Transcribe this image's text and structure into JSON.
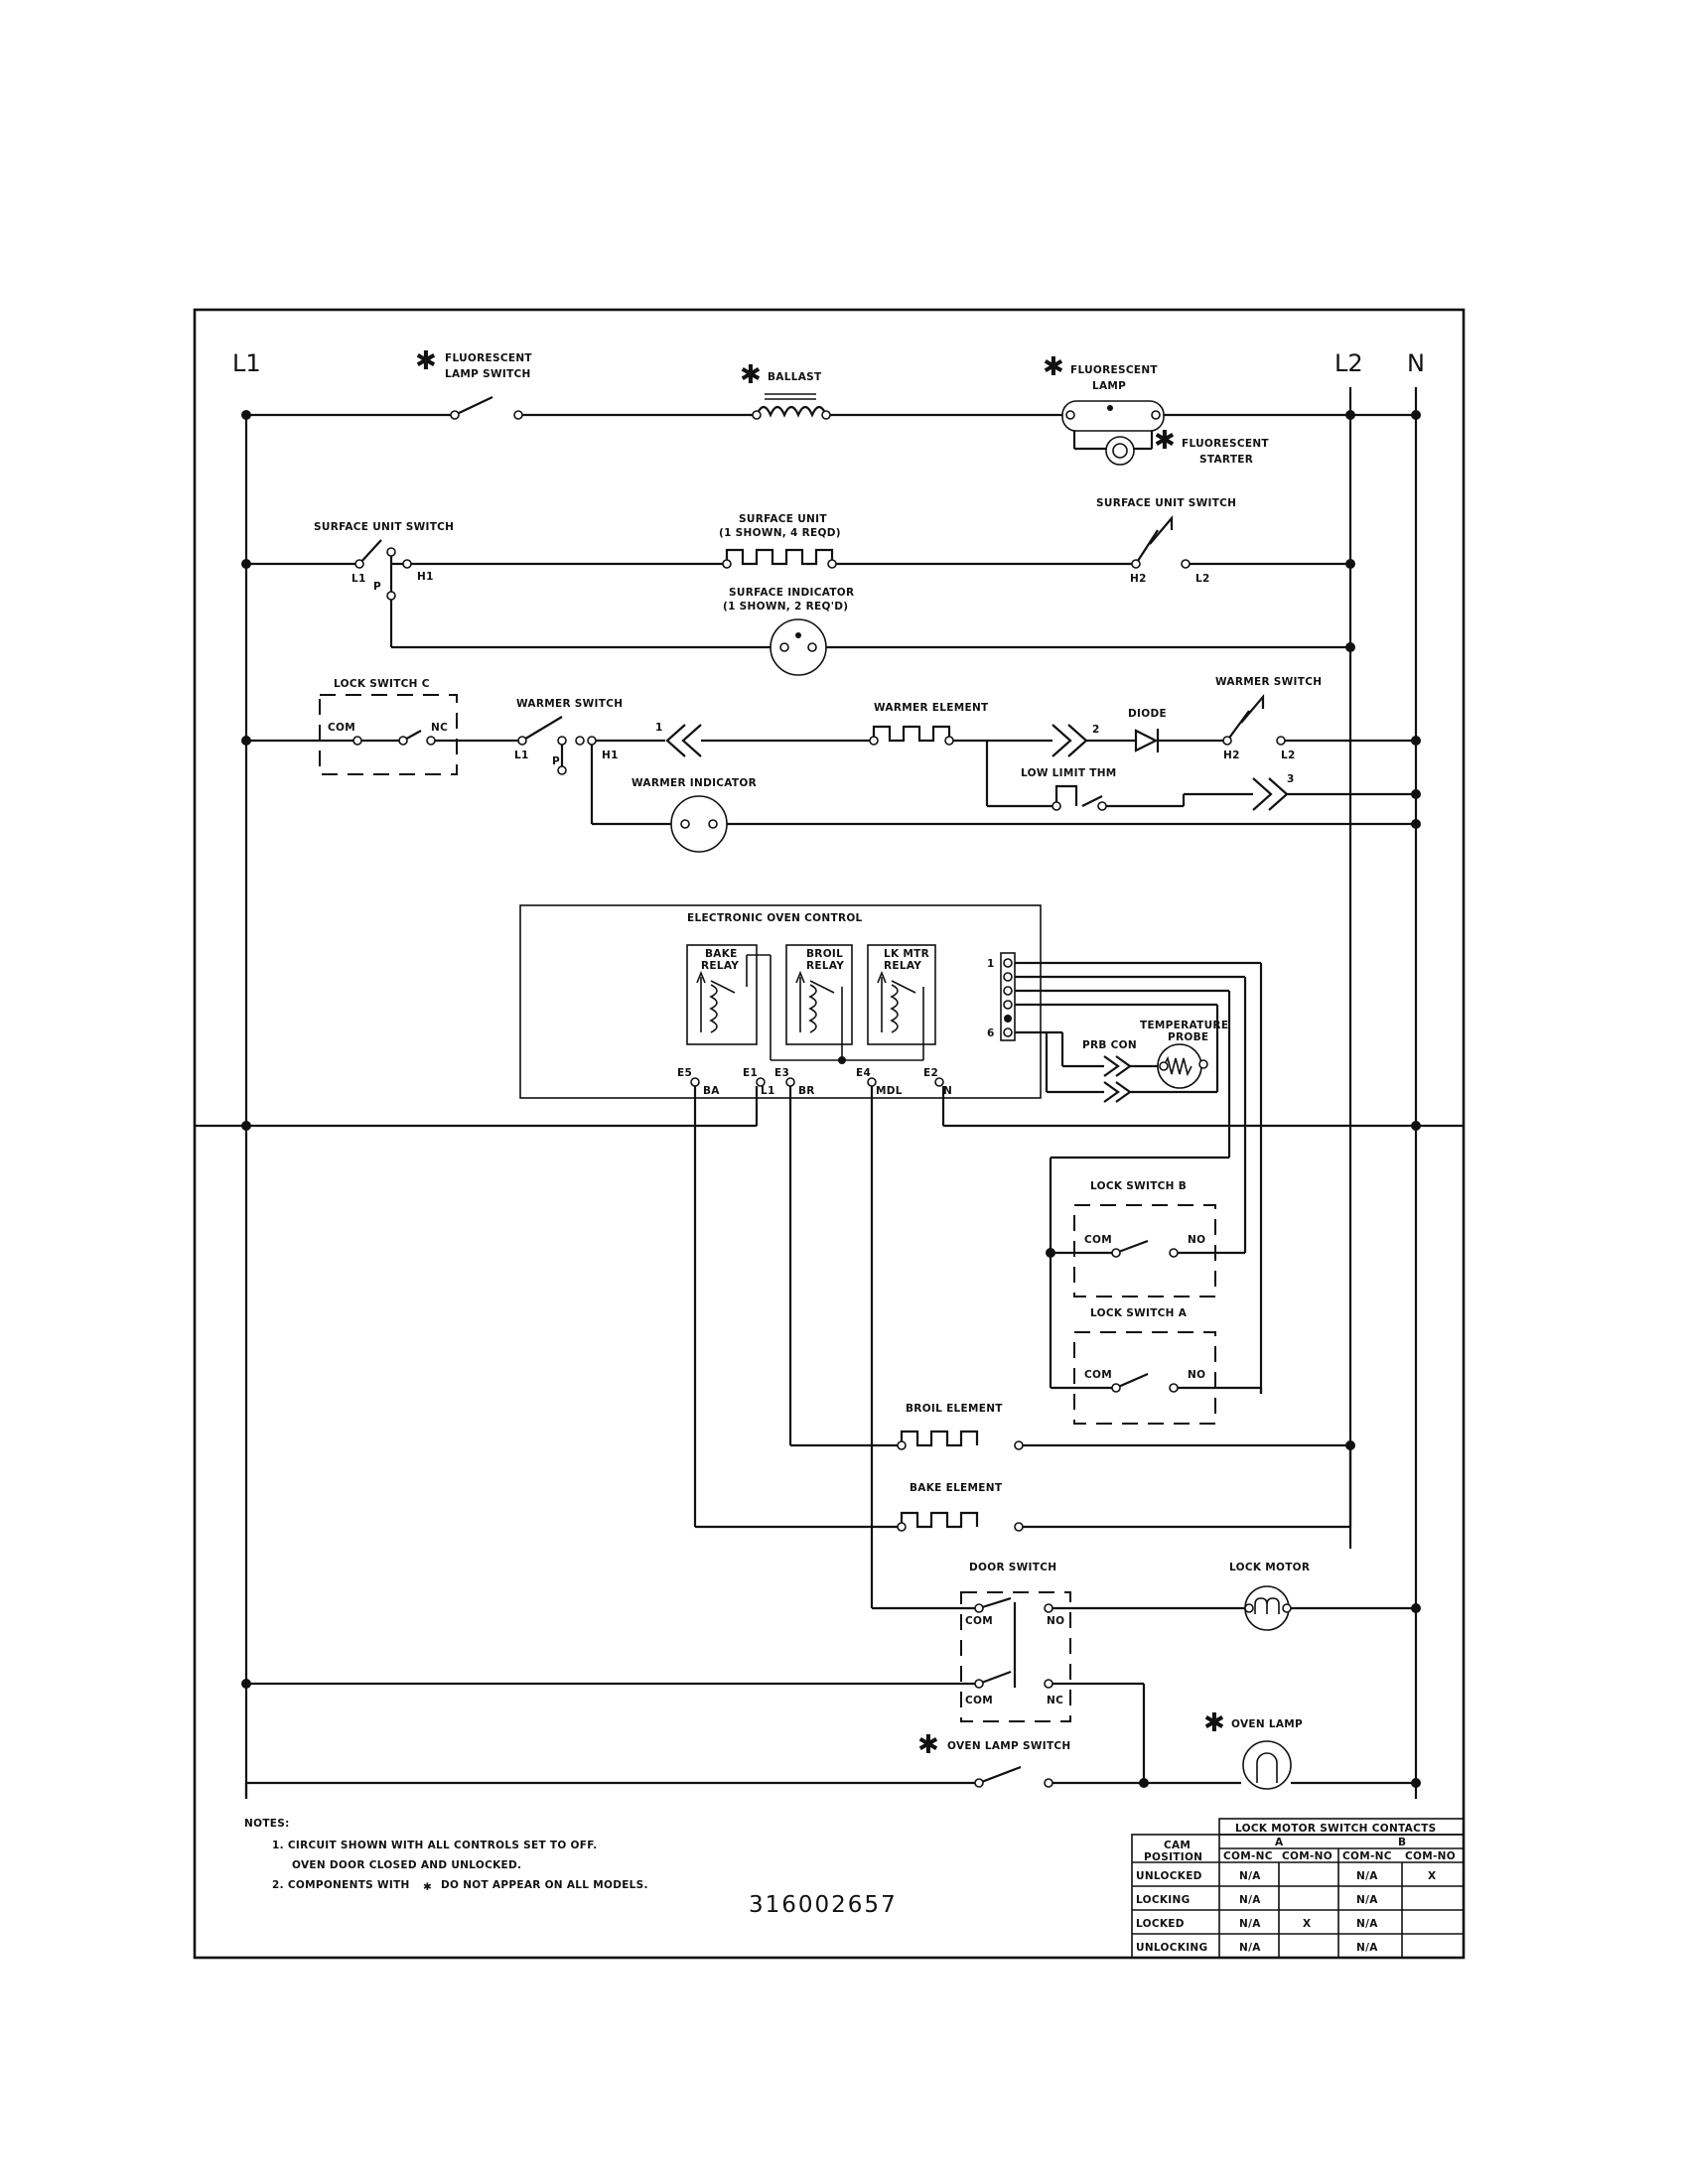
{
  "rails": {
    "l1": "L1",
    "l2": "L2",
    "n": "N"
  },
  "asterisk": "✱",
  "components": {
    "fluorescent_lamp_switch": [
      "FLUORESCENT",
      "LAMP SWITCH"
    ],
    "ballast": "BALLAST",
    "fluorescent_lamp": [
      "FLUORESCENT",
      "LAMP"
    ],
    "fluorescent_starter": [
      "FLUORESCENT",
      "STARTER"
    ],
    "surface_unit_switch_left": "SURFACE UNIT SWITCH",
    "surface_unit": [
      "SURFACE UNIT",
      "(1 SHOWN, 4 REQD)"
    ],
    "surface_unit_switch_right": "SURFACE UNIT SWITCH",
    "surface_indicator": [
      "SURFACE INDICATOR",
      "(1 SHOWN, 2 REQ'D)"
    ],
    "lock_switch_c": "LOCK SWITCH C",
    "warmer_switch_left": "WARMER SWITCH",
    "warmer_element": "WARMER ELEMENT",
    "diode": "DIODE",
    "warmer_switch_right": "WARMER SWITCH",
    "low_limit_thm": "LOW LIMIT THM",
    "warmer_indicator": "WARMER INDICATOR",
    "electronic_oven_control": "ELECTRONIC OVEN CONTROL",
    "bake_relay": [
      "BAKE",
      "RELAY"
    ],
    "broil_relay": [
      "BROIL",
      "RELAY"
    ],
    "lk_mtr_relay": [
      "LK MTR",
      "RELAY"
    ],
    "temperature_probe": [
      "TEMPERATURE",
      "PROBE"
    ],
    "prb_con": "PRB CON",
    "lock_switch_b": "LOCK SWITCH B",
    "lock_switch_a": "LOCK SWITCH A",
    "broil_element": "BROIL ELEMENT",
    "bake_element": "BAKE ELEMENT",
    "door_switch": "DOOR SWITCH",
    "lock_motor": "LOCK MOTOR",
    "oven_lamp": "OVEN LAMP",
    "oven_lamp_switch": "OVEN LAMP SWITCH"
  },
  "terminals": {
    "l1": "L1",
    "l2": "L2",
    "h1": "H1",
    "h2": "H2",
    "p": "P",
    "com": "COM",
    "nc": "NC",
    "no": "NO",
    "w1": "1",
    "w2": "2",
    "w3": "3",
    "pin1": "1",
    "pin6": "6",
    "e5": "E5",
    "e1": "E1",
    "e3": "E3",
    "e4": "E4",
    "e2": "E2",
    "ba": "BA",
    "l1b": "L1",
    "br": "BR",
    "mdl": "MDL",
    "n": "N"
  },
  "notes": {
    "heading": "NOTES:",
    "n1a": "1.  CIRCUIT SHOWN WITH ALL CONTROLS SET TO OFF.",
    "n1b": "OVEN DOOR CLOSED AND UNLOCKED.",
    "n2a": "2.  COMPONENTS WITH",
    "n2b": "DO NOT APPEAR ON ALL MODELS."
  },
  "part_number": "316002657",
  "table": {
    "title": "LOCK MOTOR SWITCH CONTACTS",
    "cam_position": [
      "CAM",
      "POSITION"
    ],
    "groups": [
      "A",
      "B"
    ],
    "columns": [
      "COM-NC",
      "COM-NO",
      "COM-NC",
      "COM-NO"
    ],
    "rows": [
      {
        "label": "UNLOCKED",
        "cells": [
          "N/A",
          "",
          "N/A",
          "X"
        ]
      },
      {
        "label": "LOCKING",
        "cells": [
          "N/A",
          "",
          "N/A",
          ""
        ]
      },
      {
        "label": "LOCKED",
        "cells": [
          "N/A",
          "X",
          "N/A",
          ""
        ]
      },
      {
        "label": "UNLOCKING",
        "cells": [
          "N/A",
          "",
          "N/A",
          ""
        ]
      }
    ]
  }
}
